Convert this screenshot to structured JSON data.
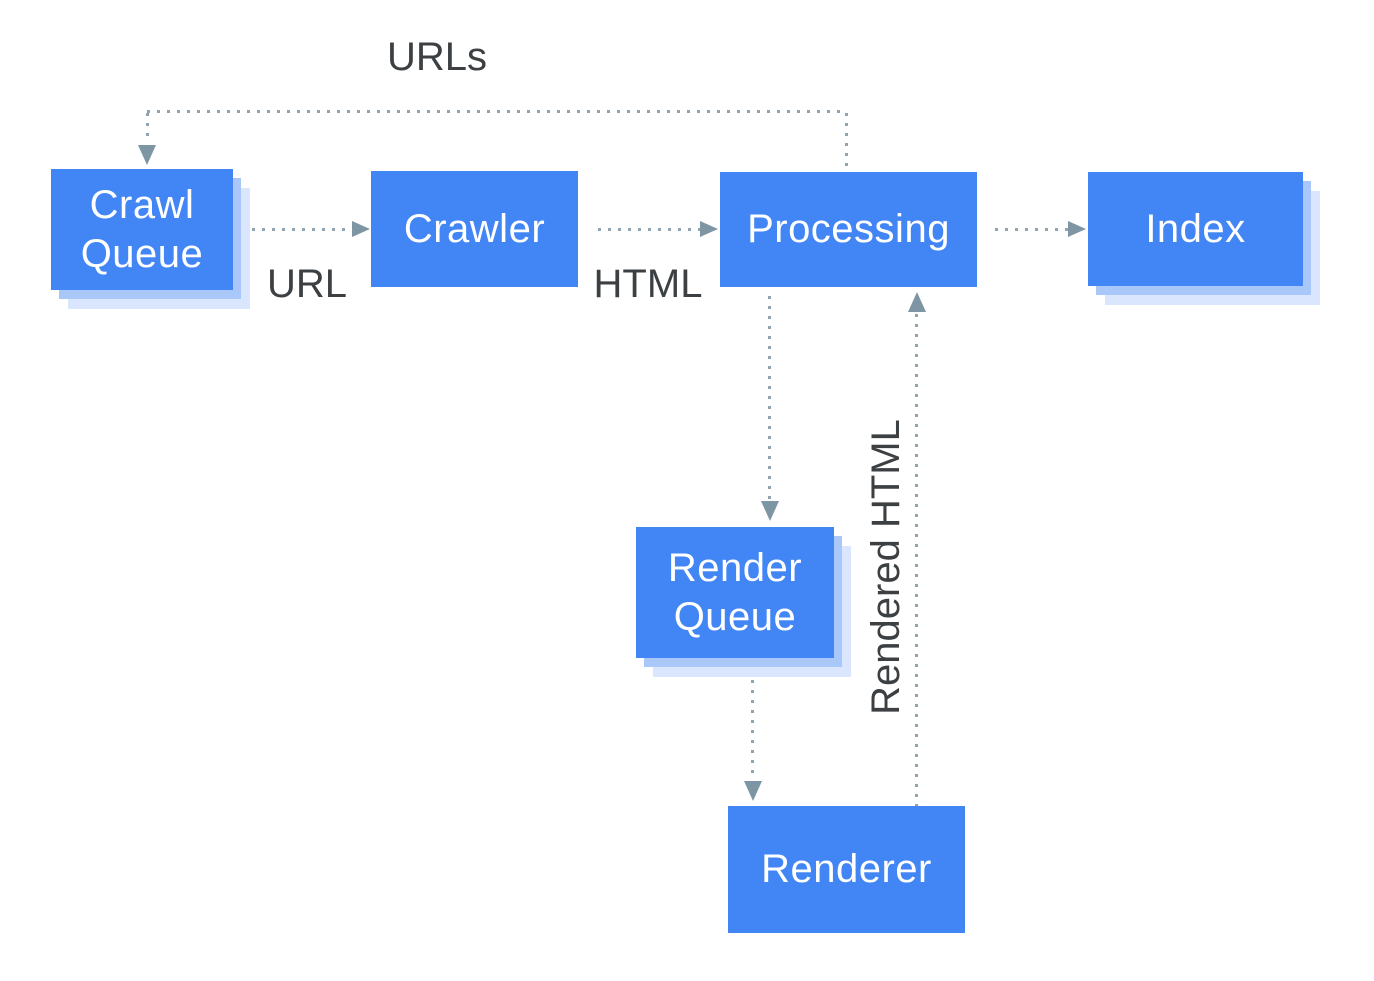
{
  "colors": {
    "node_fill": "#4285F4",
    "node_text": "#FFFFFF",
    "shadow_inner": "#A9C7F8",
    "shadow_outer": "#D9E6FD",
    "dot_line": "#8FA4B0",
    "arrowhead": "#7E95A4",
    "label_text": "#3C4043",
    "background": "#FFFFFF"
  },
  "nodes": {
    "crawl_queue": {
      "label": "Crawl Queue"
    },
    "crawler": {
      "label": "Crawler"
    },
    "processing": {
      "label": "Processing"
    },
    "index": {
      "label": "Index"
    },
    "render_queue": {
      "label": "Render Queue"
    },
    "renderer": {
      "label": "Renderer"
    }
  },
  "edge_labels": {
    "urls": "URLs",
    "url": "URL",
    "html": "HTML",
    "rendered_html": "Rendered HTML"
  },
  "edges": [
    {
      "from": "processing",
      "to": "crawl_queue",
      "label": "URLs",
      "style": "dotted"
    },
    {
      "from": "crawl_queue",
      "to": "crawler",
      "label": "URL",
      "style": "dotted"
    },
    {
      "from": "crawler",
      "to": "processing",
      "label": "HTML",
      "style": "dotted"
    },
    {
      "from": "processing",
      "to": "index",
      "label": "",
      "style": "dotted"
    },
    {
      "from": "processing",
      "to": "render_queue",
      "label": "",
      "style": "dotted"
    },
    {
      "from": "render_queue",
      "to": "renderer",
      "label": "",
      "style": "dotted"
    },
    {
      "from": "renderer",
      "to": "processing",
      "label": "Rendered HTML",
      "style": "dotted"
    }
  ]
}
